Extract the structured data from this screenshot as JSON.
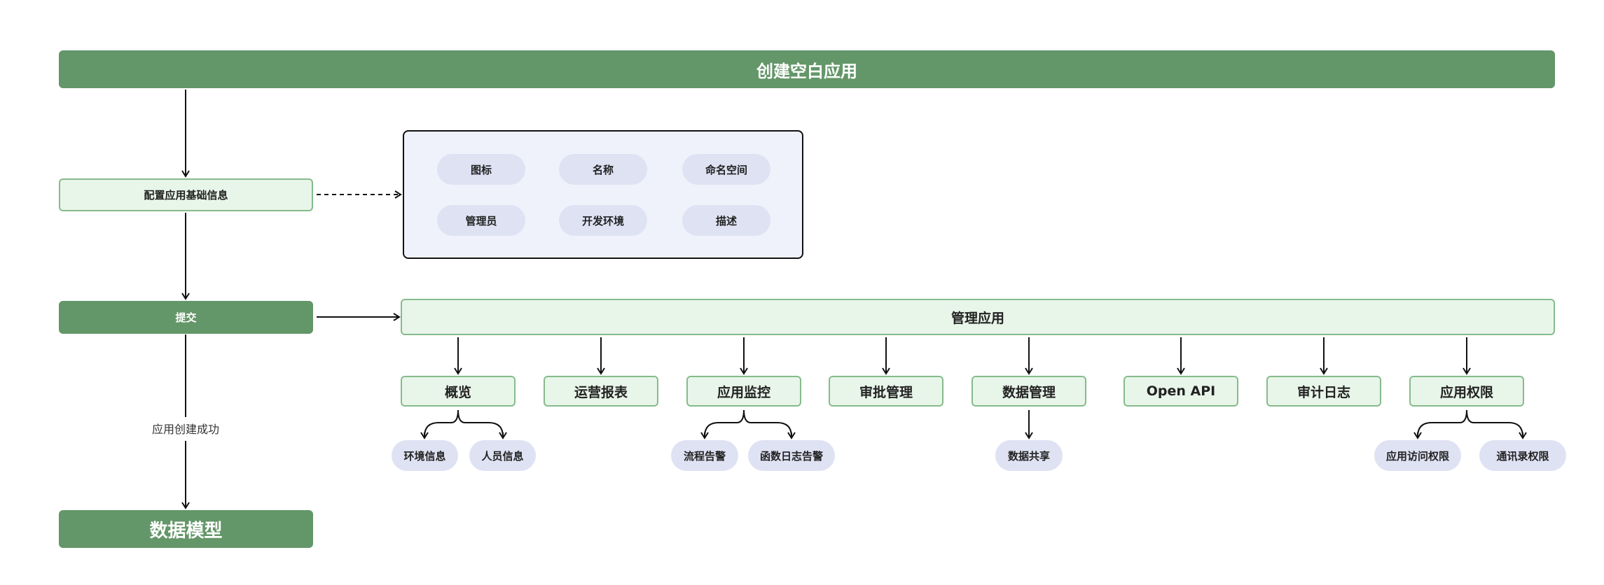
{
  "top_title": "创建空白应用",
  "config_step": "配置应用基础信息",
  "config_fields": [
    "图标",
    "名称",
    "命名空间",
    "管理员",
    "开发环境",
    "描述"
  ],
  "submit_step": "提交",
  "success_label": "应用创建成功",
  "data_model": "数据模型",
  "manage_app": "管理应用",
  "modules": [
    {
      "label": "概览",
      "children": [
        "环境信息",
        "人员信息"
      ]
    },
    {
      "label": "运营报表",
      "children": []
    },
    {
      "label": "应用监控",
      "children": [
        "流程告警",
        "函数日志告警"
      ]
    },
    {
      "label": "审批管理",
      "children": []
    },
    {
      "label": "数据管理",
      "children": [
        "数据共享"
      ]
    },
    {
      "label": "Open API",
      "children": []
    },
    {
      "label": "审计日志",
      "children": []
    },
    {
      "label": "应用权限",
      "children": [
        "应用访问权限",
        "通讯录权限"
      ]
    }
  ],
  "colors": {
    "dark_green": "#639668",
    "light_green_fill": "#e8f5e9",
    "light_green_border": "#86bb8b",
    "pill_fill": "#dfe2f3",
    "panel_fill": "#eff2fb"
  }
}
